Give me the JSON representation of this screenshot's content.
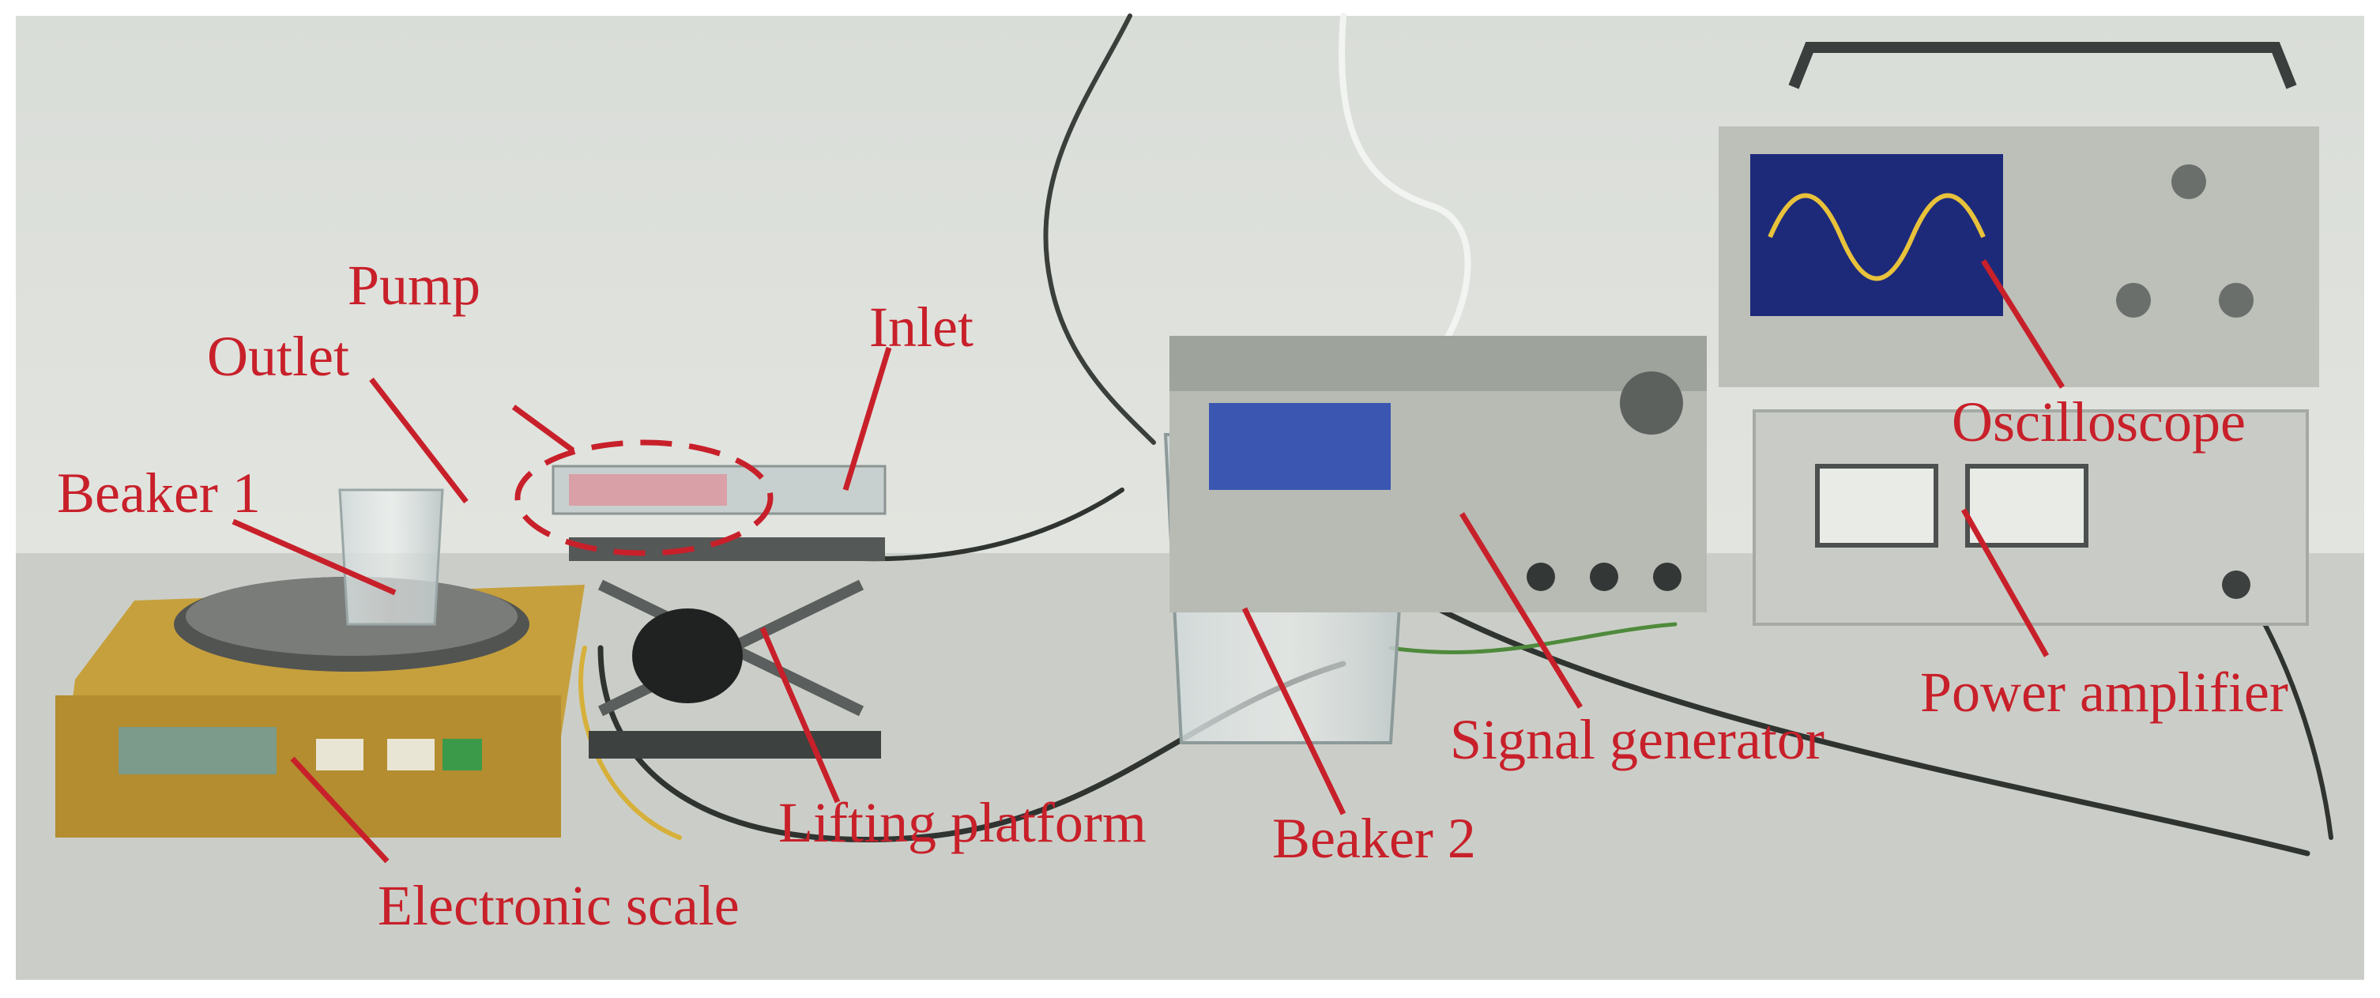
{
  "colors": {
    "annotation": "#c8202a",
    "background": "#dcdfdb",
    "floor": "#c9ccc6",
    "scale_body": "#c7a13a",
    "oscilloscope_screen": "#1d2a7a",
    "waveform": "#e8c23a"
  },
  "labels": {
    "pump": "Pump",
    "outlet": "Outlet",
    "inlet": "Inlet",
    "beaker1": "Beaker 1",
    "electronic_scale": "Electronic scale",
    "lifting_platform": "Lifting platform",
    "beaker2": "Beaker 2",
    "signal_generator": "Signal generator",
    "oscilloscope": "Oscilloscope",
    "power_amplifier": "Power amplifier"
  }
}
